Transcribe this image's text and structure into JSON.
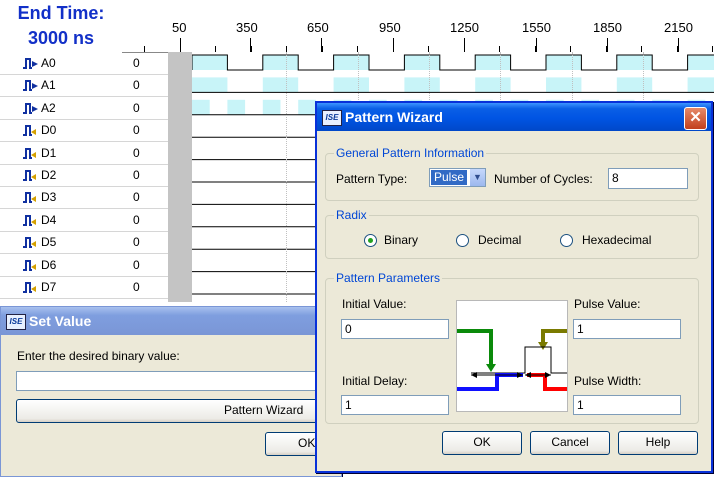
{
  "editor": {
    "end_time_label": "End Time:",
    "end_time_value": "3000 ns",
    "ruler_ticks": [
      "50",
      "350",
      "650",
      "950",
      "1250",
      "1550",
      "1850",
      "2150"
    ],
    "signals": [
      {
        "name": "A0",
        "value": "0"
      },
      {
        "name": "A1",
        "value": "0"
      },
      {
        "name": "A2",
        "value": "0"
      },
      {
        "name": "D0",
        "value": "0"
      },
      {
        "name": "D1",
        "value": "0"
      },
      {
        "name": "D2",
        "value": "0"
      },
      {
        "name": "D3",
        "value": "0"
      },
      {
        "name": "D4",
        "value": "0"
      },
      {
        "name": "D5",
        "value": "0"
      },
      {
        "name": "D6",
        "value": "0"
      },
      {
        "name": "D7",
        "value": "0"
      }
    ]
  },
  "set_value": {
    "title": "Set Value",
    "prompt": "Enter the desired binary value:",
    "value": "",
    "pattern_wizard_button": "Pattern Wizard",
    "ok_button": "OK"
  },
  "pattern_wizard": {
    "title": "Pattern Wizard",
    "general": {
      "legend": "General Pattern Information",
      "pattern_type_label": "Pattern Type:",
      "pattern_type_value": "Pulse",
      "cycles_label": "Number of Cycles:",
      "cycles_value": "8"
    },
    "radix": {
      "legend": "Radix",
      "options": [
        "Binary",
        "Decimal",
        "Hexadecimal"
      ],
      "selected": "Binary"
    },
    "params": {
      "legend": "Pattern Parameters",
      "initial_value_label": "Initial Value:",
      "initial_value": "0",
      "initial_delay_label": "Initial Delay:",
      "initial_delay": "1",
      "pulse_value_label": "Pulse Value:",
      "pulse_value": "1",
      "pulse_width_label": "Pulse Width:",
      "pulse_width": "1"
    },
    "buttons": {
      "ok": "OK",
      "cancel": "Cancel",
      "help": "Help"
    }
  },
  "colors": {
    "end_time_text": "#1230c8",
    "wave_fill": "#c8f4f8",
    "title_active": "#0054e3",
    "group_legend": "#0046d5",
    "diagram_green": "#0a8a0a",
    "diagram_olive": "#7a7a00",
    "diagram_blue": "#1010ff",
    "diagram_red": "#ff0000"
  }
}
